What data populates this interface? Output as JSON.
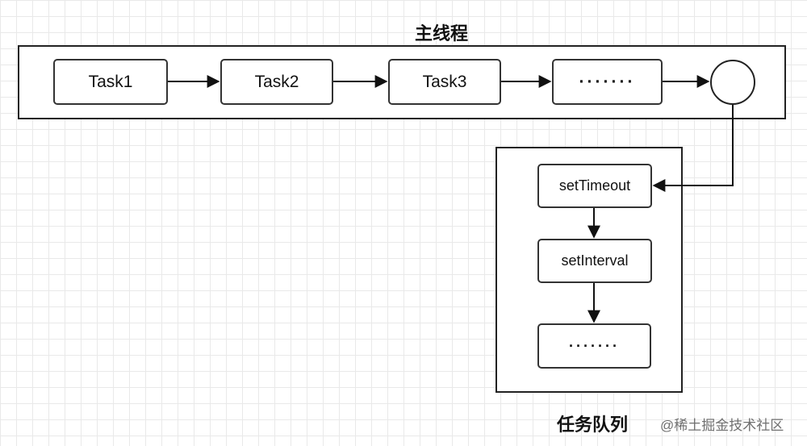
{
  "main_thread": {
    "title": "主线程",
    "tasks": [
      "Task1",
      "Task2",
      "Task3",
      "·······"
    ]
  },
  "task_queue": {
    "title": "任务队列",
    "items": [
      "setTimeout",
      "setInterval",
      "·······"
    ]
  },
  "watermark": "@稀土掘金技术社区"
}
